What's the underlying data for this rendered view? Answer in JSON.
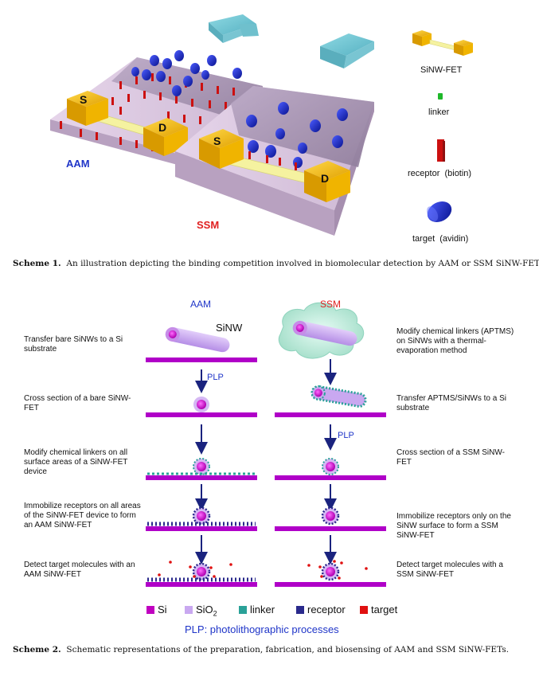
{
  "scheme1": {
    "labels": {
      "S": "S",
      "D": "D",
      "aam": "AAM",
      "ssm": "SSM"
    },
    "legend": {
      "sinw_fet": "SiNW-FET",
      "linker": "linker",
      "receptor": "receptor  (biotin)",
      "target": "target  (avidin)"
    },
    "caption_label": "Scheme 1.",
    "caption_text": "An illustration depicting the binding competition involved in biomolecular detection by AAM or SSM SiNW-FET."
  },
  "scheme2": {
    "col_aam": "AAM",
    "col_ssm": "SSM",
    "sinw_label": "SiNW",
    "plp_label": "PLP",
    "left_steps": [
      "Transfer bare SiNWs to a Si substrate",
      "Cross section of a bare SiNW-FET",
      "Modify chemical linkers on all surface areas of a SiNW-FET device",
      "Immobilize receptors on all areas of the SiNW-FET device to form an AAM SiNW-FET",
      "Detect target molecules with an AAM SiNW-FET"
    ],
    "right_steps": [
      "Modify chemical linkers (APTMS) on SiNWs with a thermal-evaporation method",
      "Transfer APTMS/SiNWs to a Si substrate",
      "Cross section of a SSM SiNW-FET",
      "Immobilize receptors only on the SiNW surface to form a SSM SiNW-FET",
      "Detect target molecules with a SSM SiNW-FET"
    ],
    "legend": {
      "si": "Si",
      "sio2_main": "SiO",
      "sio2_sub": "2",
      "linker": "linker",
      "receptor": "receptor",
      "target": "target"
    },
    "plp_note": "PLP: photolithographic processes",
    "caption_label": "Scheme 2.",
    "caption_text": "Schematic representations of the preparation, fabrication, and biosensing of AAM and SSM SiNW-FETs."
  },
  "colors": {
    "si": "#c000c0",
    "sio2": "#c9a8f0",
    "linker": "#2aa198",
    "receptor": "#2a2a8c",
    "target": "#e01010",
    "aam_blue": "#1f35c8",
    "ssm_red": "#e02020",
    "gold": "#f5b800"
  }
}
